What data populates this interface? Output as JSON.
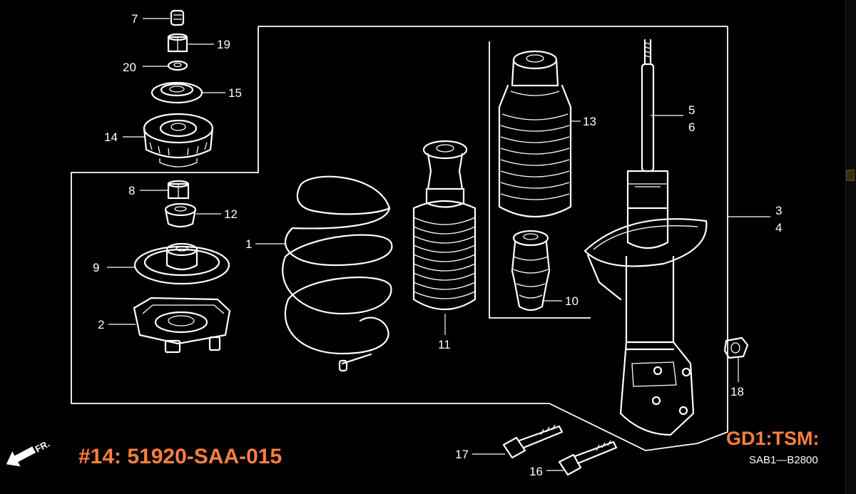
{
  "diagram": {
    "callouts": [
      {
        "id": "c7",
        "label": "7"
      },
      {
        "id": "c19",
        "label": "19"
      },
      {
        "id": "c20",
        "label": "20"
      },
      {
        "id": "c15",
        "label": "15"
      },
      {
        "id": "c14",
        "label": "14"
      },
      {
        "id": "c8",
        "label": "8"
      },
      {
        "id": "c12",
        "label": "12"
      },
      {
        "id": "c1",
        "label": "1"
      },
      {
        "id": "c9",
        "label": "9"
      },
      {
        "id": "c2",
        "label": "2"
      },
      {
        "id": "c11",
        "label": "11"
      },
      {
        "id": "c13",
        "label": "13"
      },
      {
        "id": "c10",
        "label": "10"
      },
      {
        "id": "c5",
        "label": "5"
      },
      {
        "id": "c6",
        "label": "6"
      },
      {
        "id": "c3",
        "label": "3"
      },
      {
        "id": "c4",
        "label": "4"
      },
      {
        "id": "c18",
        "label": "18"
      },
      {
        "id": "c17",
        "label": "17"
      },
      {
        "id": "c16",
        "label": "16"
      }
    ],
    "front_marker": "FR.",
    "part_note": "#14: 51920-SAA-015",
    "tsm_label": "GD1:TSM:",
    "page_code": "SAB1—B2800",
    "colors": {
      "background": "#000000",
      "line": "#ffffff",
      "accent": "#ff7f3f"
    }
  }
}
